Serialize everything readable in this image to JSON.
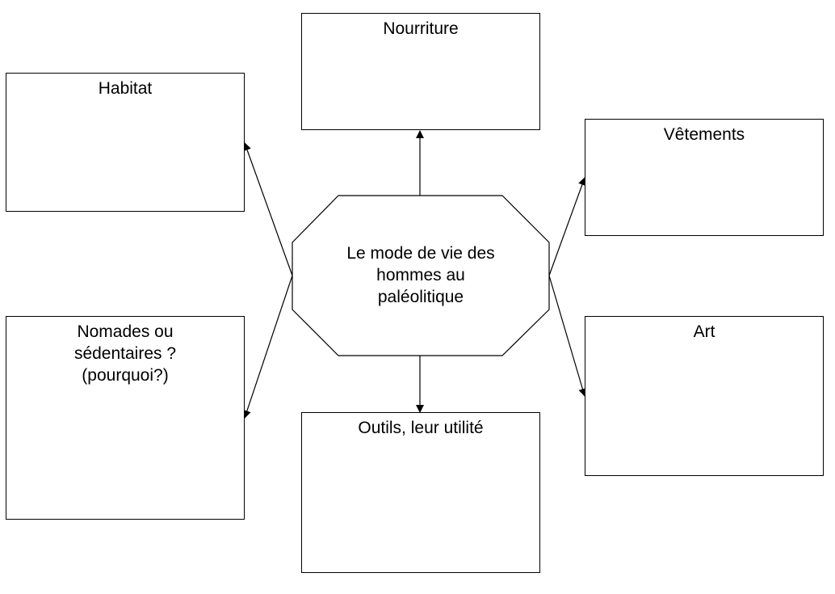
{
  "diagram": {
    "center": "Le mode de vie des\nhommes au\npaléolitique",
    "boxes": {
      "nourriture": "Nourriture",
      "habitat": "Habitat",
      "vetements": "Vêtements",
      "nomades": "Nomades ou\nsédentaires ?\n(pourquoi?)",
      "art": "Art",
      "outils": "Outils, leur utilité"
    },
    "colors": {
      "stroke": "#000000",
      "fill": "#ffffff"
    }
  }
}
